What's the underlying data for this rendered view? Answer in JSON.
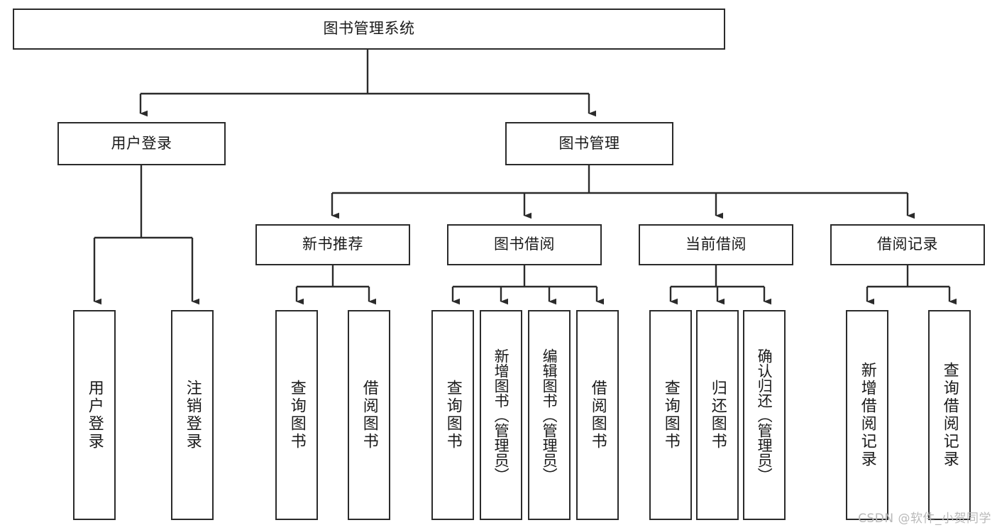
{
  "diagram": {
    "type": "tree-hierarchy",
    "title": "图书管理系统",
    "root": {
      "label": "图书管理系统"
    },
    "level2": [
      {
        "label": "用户登录"
      },
      {
        "label": "图书管理"
      }
    ],
    "level3": [
      {
        "label": "新书推荐"
      },
      {
        "label": "图书借阅"
      },
      {
        "label": "当前借阅"
      },
      {
        "label": "借阅记录"
      }
    ],
    "leaves": {
      "user_login": [
        {
          "label": "用户登录"
        },
        {
          "label": "注销登录"
        }
      ],
      "new_book_recommend": [
        {
          "label": "查询图书"
        },
        {
          "label": "借阅图书"
        }
      ],
      "book_borrow": [
        {
          "label": "查询图书"
        },
        {
          "label": "新增图书（管理员）"
        },
        {
          "label": "编辑图书（管理员）"
        },
        {
          "label": "借阅图书"
        }
      ],
      "current_borrow": [
        {
          "label": "查询图书"
        },
        {
          "label": "归还图书"
        },
        {
          "label": "确认归还（管理员）"
        }
      ],
      "borrow_record": [
        {
          "label": "新增借阅记录"
        },
        {
          "label": "查询借阅记录"
        }
      ]
    },
    "watermark": "CSDN @软件_小贺同学",
    "colors": {
      "stroke": "#2b2b2b",
      "text": "#1a1a1a",
      "background": "#ffffff",
      "watermark": "#b9b9b9"
    }
  }
}
